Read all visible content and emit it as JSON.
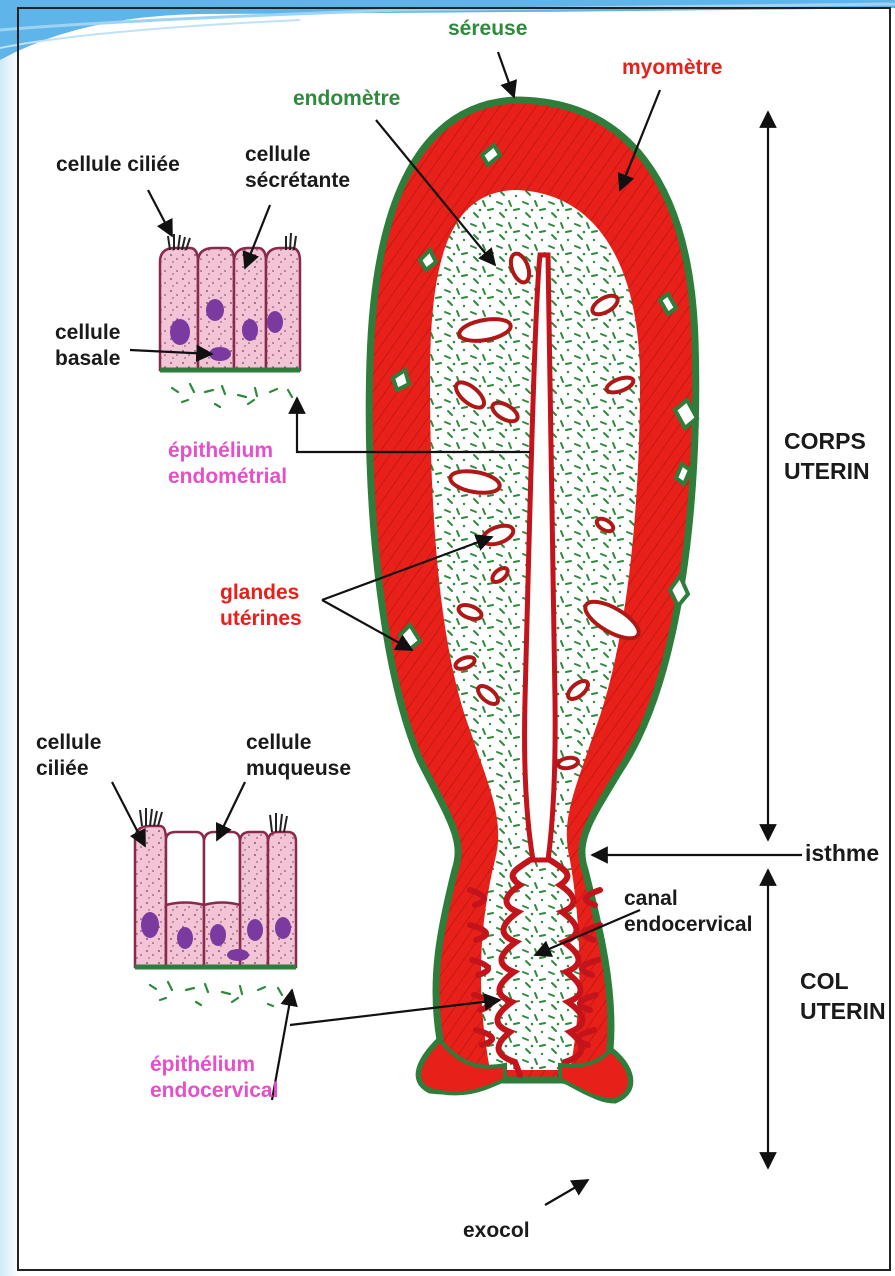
{
  "labels": {
    "sereuse": "séreuse",
    "myometre": "myomètre",
    "endometre": "endomètre",
    "cellule_ciliee_top": "cellule ciliée",
    "cellule_secretante": [
      "cellule",
      "sécrétante"
    ],
    "cellule_basale": [
      "cellule",
      "basale"
    ],
    "epithelium_endometrial": [
      "épithélium",
      "endométrial"
    ],
    "glandes_uterines": [
      "glandes",
      "utérines"
    ],
    "corps_uterin": [
      "CORPS",
      "UTERIN"
    ],
    "isthme": "isthme",
    "cellule_ciliee_bottom": [
      "cellule",
      "ciliée"
    ],
    "cellule_muqueuse": [
      "cellule",
      "muqueuse"
    ],
    "canal_endocervical": [
      "canal",
      "endocervical"
    ],
    "col_uterin": [
      "COL",
      "UTERIN"
    ],
    "epithelium_endocervical": [
      "épithélium",
      "endocervical"
    ],
    "exocol": "exocol"
  },
  "colors": {
    "myometre": "#e8201a",
    "sereuse": "#2e7d3a",
    "endometre_stroma": "#2e8a3c",
    "glande": "#b01818",
    "cellule_cytoplasme": "#f2c4d6",
    "noyau": "#7a3aa0",
    "slide_accent": "#5fb4ea"
  }
}
